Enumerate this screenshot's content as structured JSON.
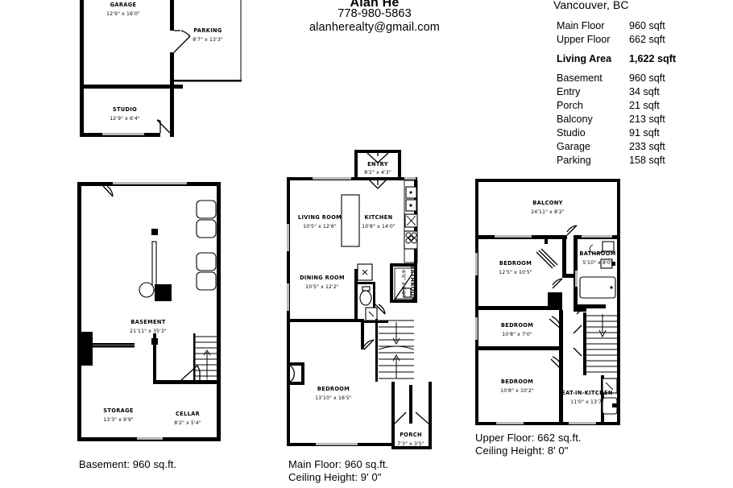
{
  "header": {
    "agent_name": "Alan He",
    "phone": "778-980-5863",
    "email": "alanherealty@gmail.com",
    "city": "Vancouver, BC"
  },
  "areas": {
    "primary": [
      {
        "label": "Main Floor",
        "value": "960 sqft"
      },
      {
        "label": "Upper Floor",
        "value": "662 sqft"
      }
    ],
    "total": {
      "label": "Living Area",
      "value": "1,622 sqft"
    },
    "secondary": [
      {
        "label": "Basement",
        "value": "960 sqft"
      },
      {
        "label": "Entry",
        "value": "34 sqft"
      },
      {
        "label": "Porch",
        "value": "21 sqft"
      },
      {
        "label": "Balcony",
        "value": "213 sqft"
      },
      {
        "label": "Studio",
        "value": "91 sqft"
      },
      {
        "label": "Garage",
        "value": "233 sqft"
      },
      {
        "label": "Parking",
        "value": "158 sqft"
      }
    ]
  },
  "plans": {
    "garage_level": {
      "rooms": [
        {
          "name": "GARAGE",
          "dim": "12'9\" x 16'0\""
        },
        {
          "name": "PARKING",
          "dim": "8'7\" x 13'3\""
        },
        {
          "name": "STUDIO",
          "dim": "12'9\" x 6'4\""
        }
      ]
    },
    "basement": {
      "rooms": [
        {
          "name": "BASEMENT",
          "dim": "21'11\" x 35'3\""
        },
        {
          "name": "STORAGE",
          "dim": "13'3\" x 9'9\""
        },
        {
          "name": "CELLAR",
          "dim": "8'2\" x 5'4\""
        }
      ],
      "caption_area": "Basement: 960 sq.ft."
    },
    "main_floor": {
      "rooms": [
        {
          "name": "ENTRY",
          "dim": "8'2\" x 4'3\""
        },
        {
          "name": "LIVING ROOM",
          "dim": "10'5\" x 12'6\""
        },
        {
          "name": "KITCHEN",
          "dim": "10'8\" x 14'0\""
        },
        {
          "name": "DINING ROOM",
          "dim": "10'5\" x 12'2\""
        },
        {
          "name": "BATHROOM",
          "dim": "6'0\" x 5'0\""
        },
        {
          "name": "BEDROOM",
          "dim": "13'10\" x 16'5\""
        },
        {
          "name": "PORCH",
          "dim": "7'3\" x 3'5\""
        }
      ],
      "caption_area": "Main Floor: 960 sq.ft.",
      "caption_ceiling": "Ceiling Height: 9' 0\""
    },
    "upper_floor": {
      "rooms": [
        {
          "name": "BALCONY",
          "dim": "24'11\" x 8'2\""
        },
        {
          "name": "BEDROOM",
          "dim": "12'5\" x 10'5\""
        },
        {
          "name": "BATHROOM",
          "dim": "5'10\" x 8'0\""
        },
        {
          "name": "BEDROOM",
          "dim": "10'8\" x 7'0\""
        },
        {
          "name": "BEDROOM",
          "dim": "10'8\" x 10'2\""
        },
        {
          "name": "EAT-IN-KITCHEN",
          "dim": "11'0\" x 13'7\""
        }
      ],
      "caption_area": "Upper Floor: 662 sq.ft.",
      "caption_ceiling": "Ceiling Height: 8' 0\""
    }
  }
}
